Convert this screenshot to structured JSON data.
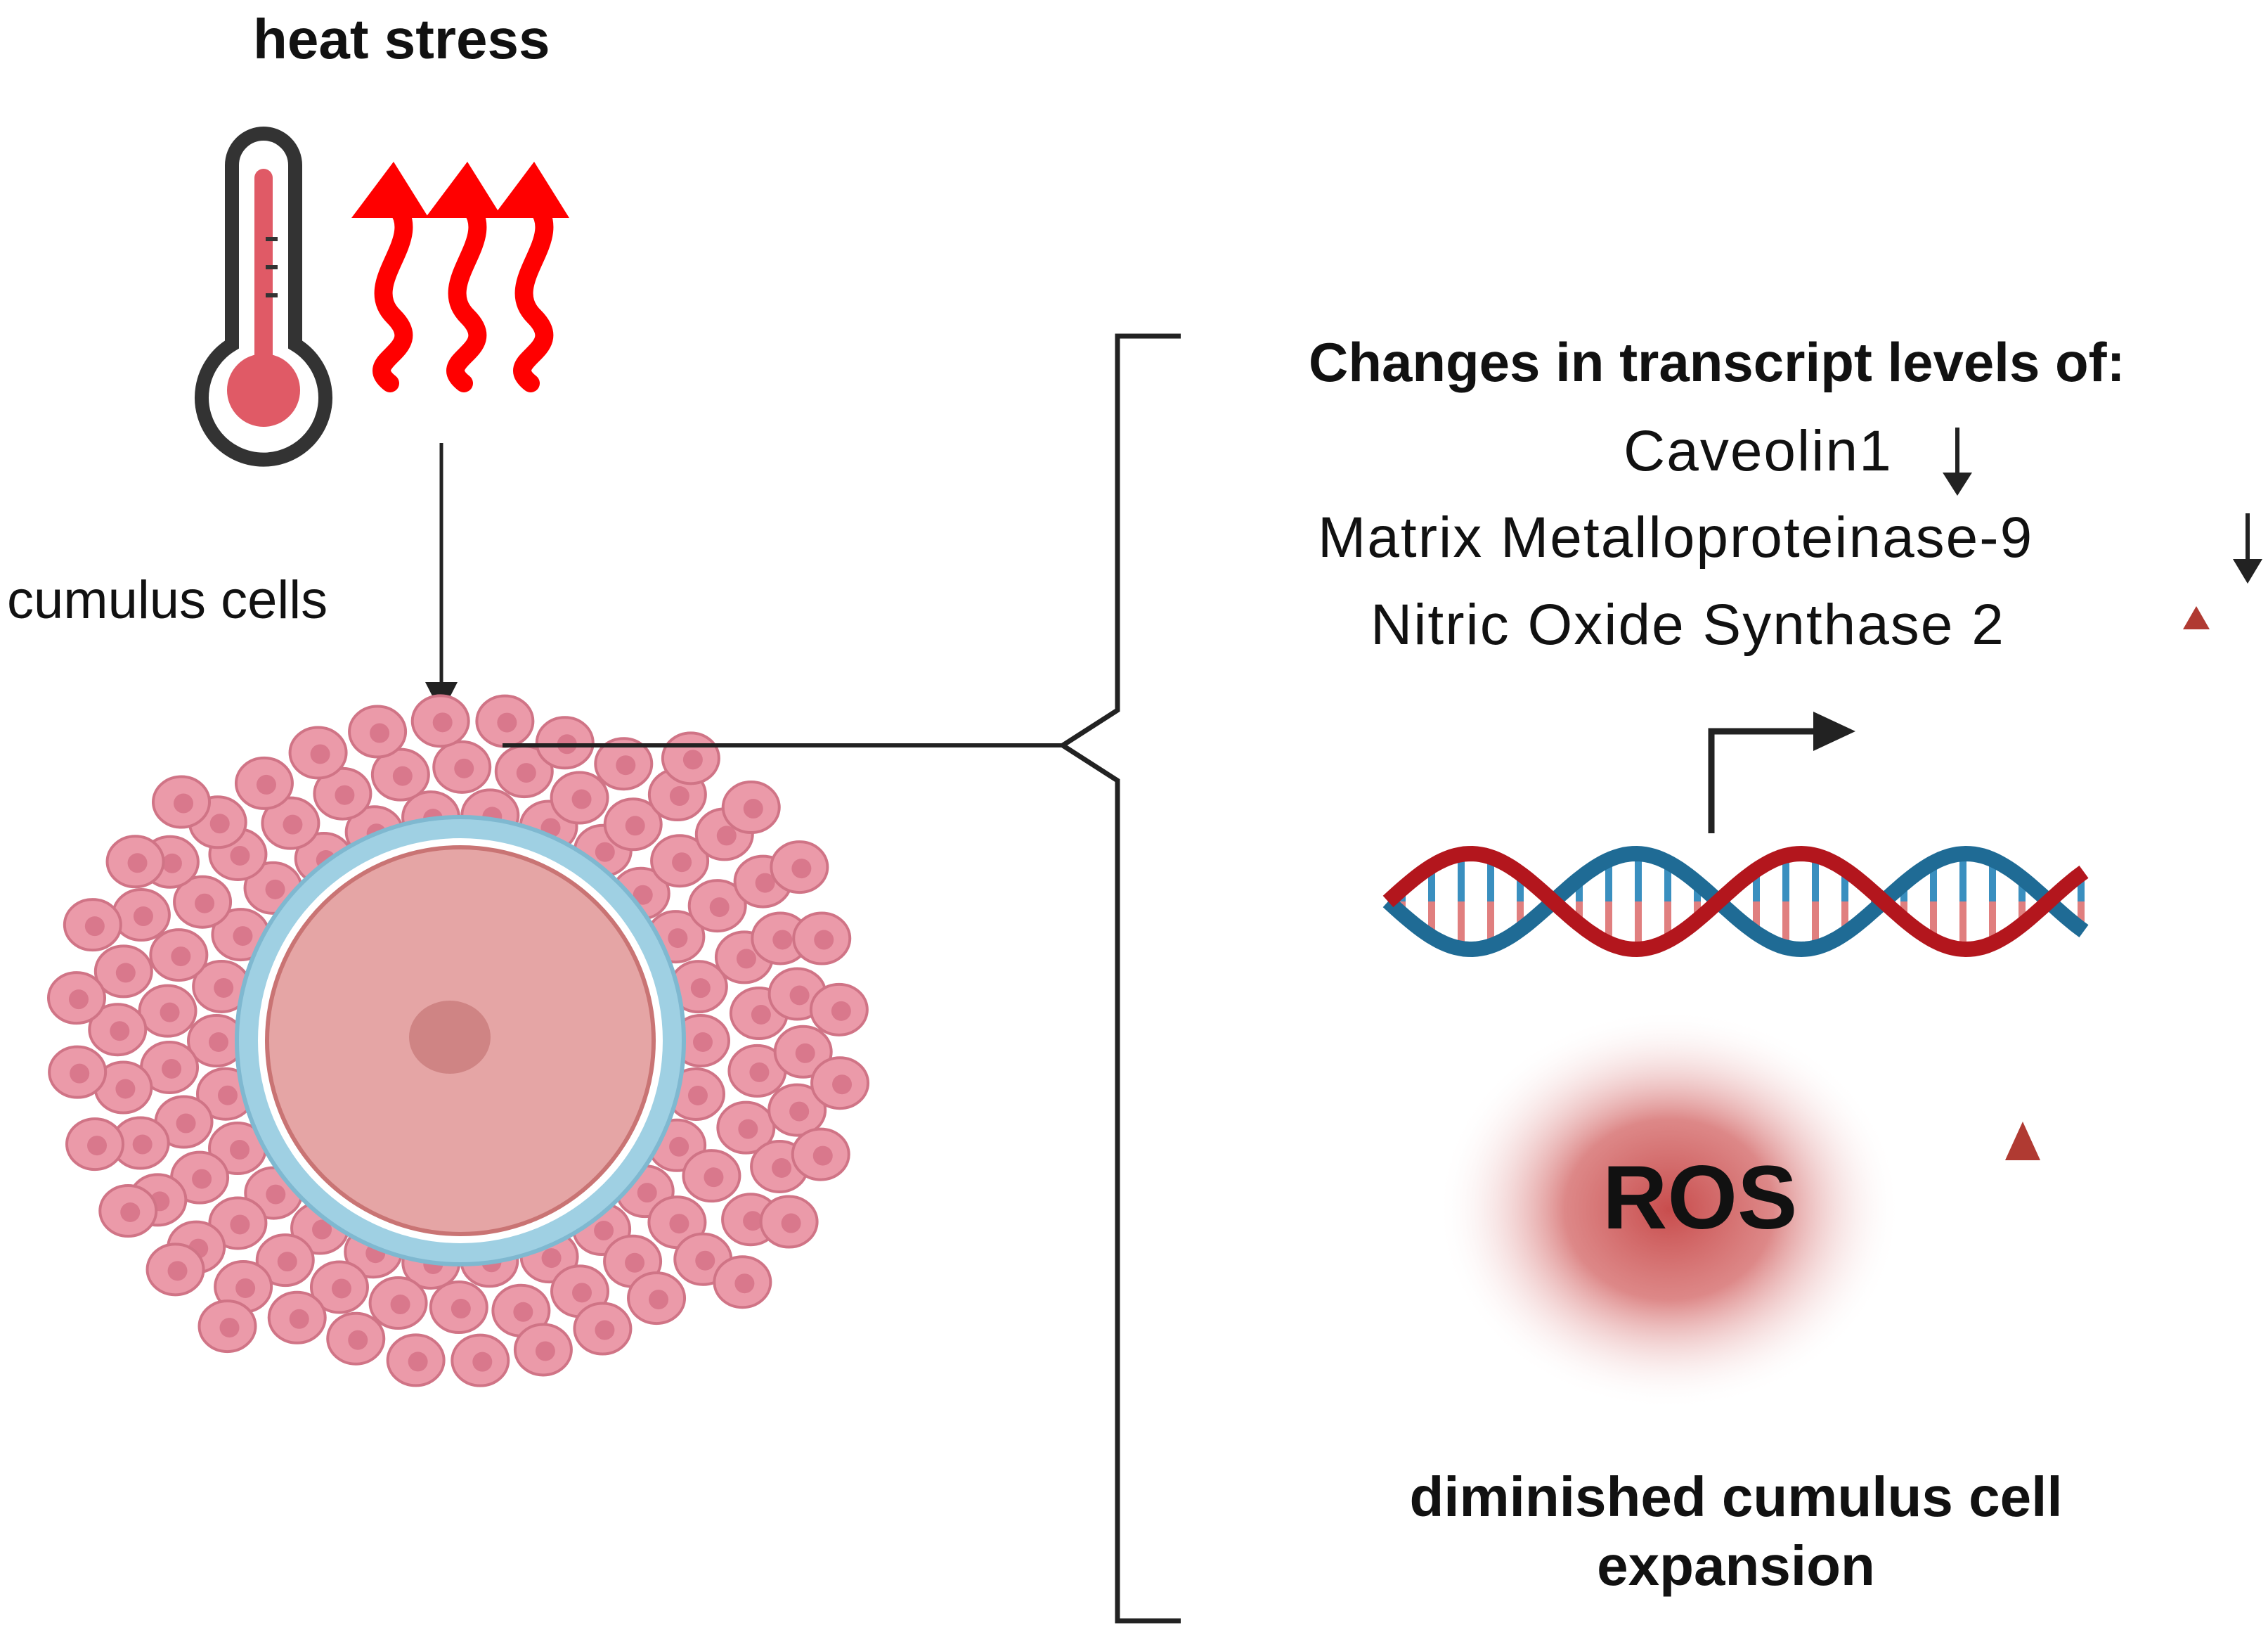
{
  "stimulus": {
    "title": "heat stress",
    "icons": [
      "thermometer-icon",
      "heat-wave-arrows-icon"
    ]
  },
  "cell": {
    "label": "cumulus cells",
    "icon": "cumulus-oocyte-complex-icon"
  },
  "changes": {
    "title": "Changes in transcript levels of:",
    "genes": [
      {
        "name": "Caveolin1",
        "direction": "down",
        "arrow_color": "#222222"
      },
      {
        "name": "Matrix Metalloproteinase-9",
        "direction": "down",
        "arrow_color": "#222222"
      },
      {
        "name": "Nitric Oxide Synthase 2",
        "direction": "up",
        "arrow_color": "#b03a32"
      }
    ]
  },
  "ros": {
    "label": "ROS",
    "direction": "up",
    "arrow_color": "#b03a32"
  },
  "outcome": {
    "text": "diminished cumulus cell expansion"
  },
  "colors": {
    "heat_red": "#ff0000",
    "cell_pink": "#e8909f",
    "zona_blue": "#9fd0e3",
    "dna_red": "#b3161d",
    "dna_blue": "#1f6b95",
    "ros_red": "#c84d4d"
  }
}
